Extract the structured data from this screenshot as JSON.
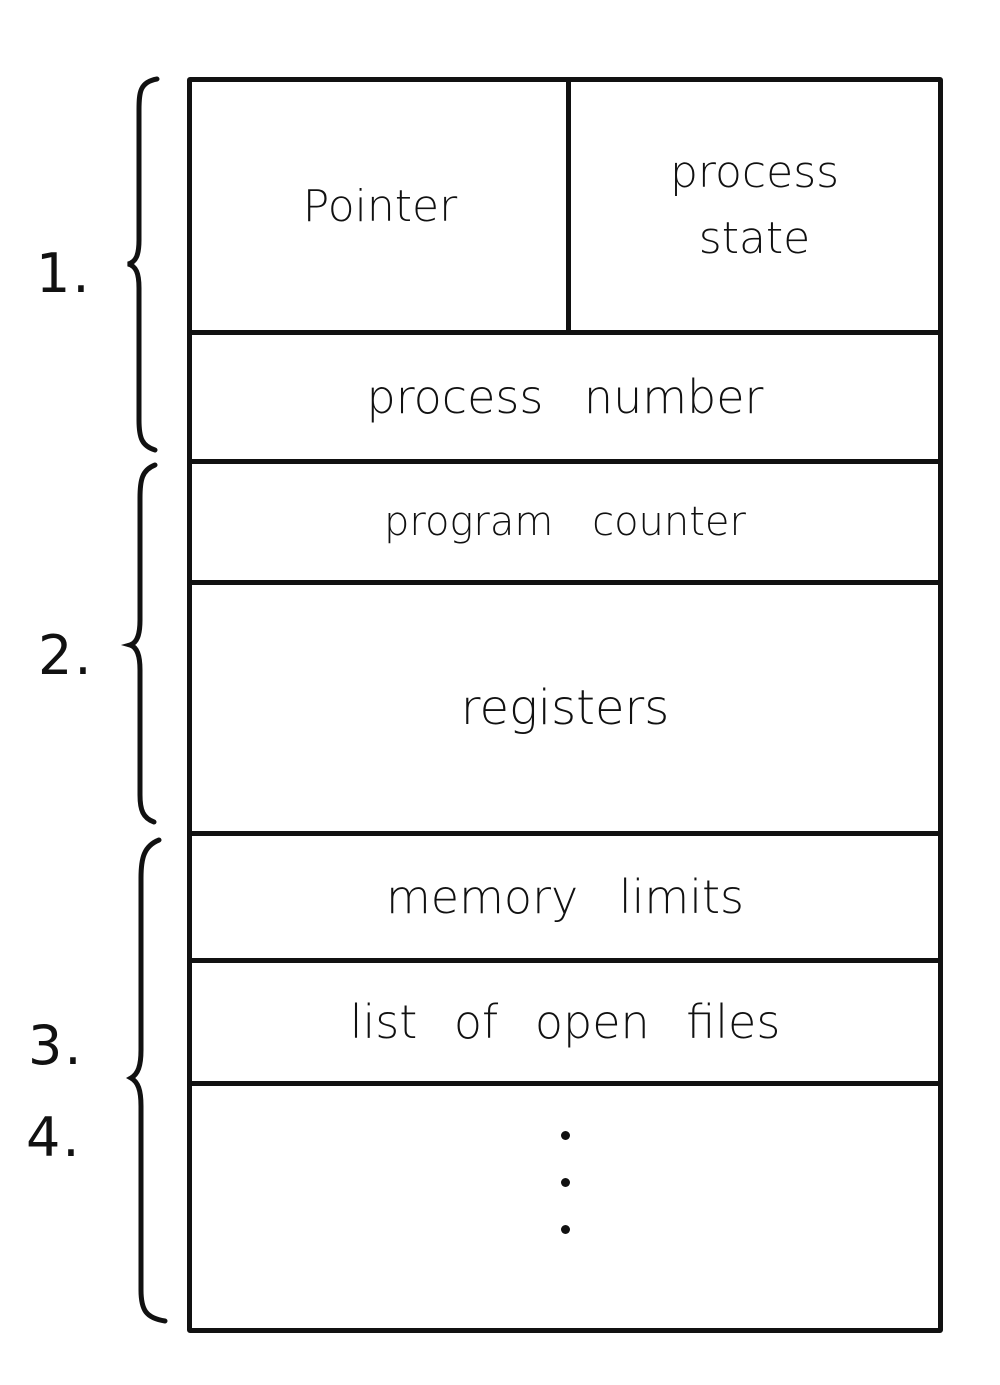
{
  "diagram": {
    "cells": {
      "pointer": "Pointer",
      "process_state_line1": "process",
      "process_state_line2": "state",
      "process_number": "process number",
      "program_counter": "program counter",
      "registers": "registers",
      "memory_limits": "memory limits",
      "open_files": "list of open files"
    },
    "group_labels": {
      "one": "1.",
      "two": "2.",
      "three": "3.",
      "four": "4."
    },
    "stroke_color": "#111111",
    "background_color": "#ffffff"
  }
}
